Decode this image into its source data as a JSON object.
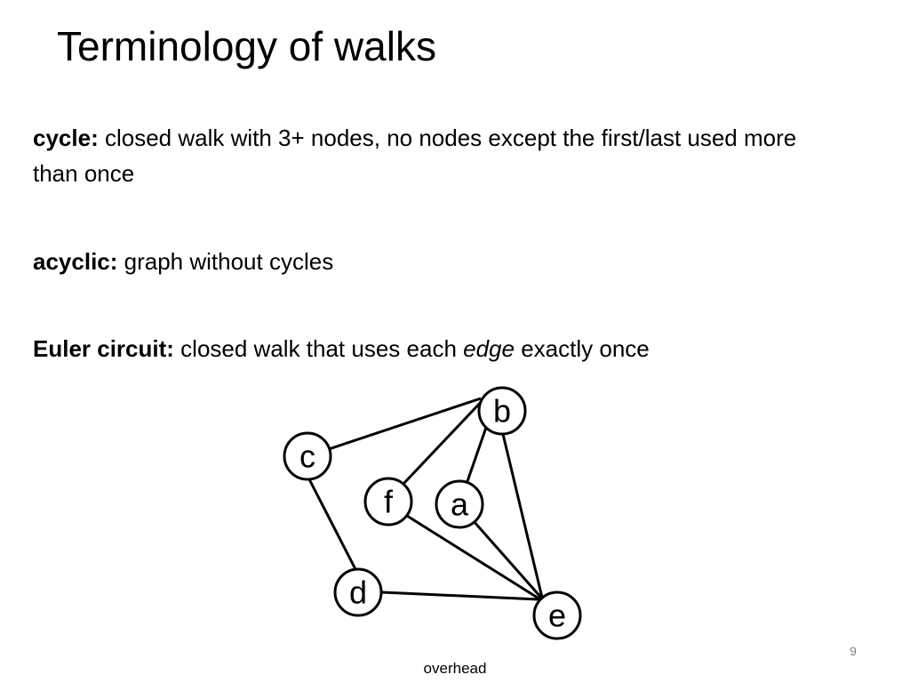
{
  "slide": {
    "title": "Terminology of walks",
    "definitions": [
      {
        "term": "cycle:",
        "parts": [
          "closed walk with 3+ nodes, no nodes except the first/last used more than once"
        ]
      },
      {
        "term": "acyclic:",
        "parts": [
          "graph without cycles"
        ]
      },
      {
        "term": "Euler circuit:",
        "parts": [
          "closed walk that uses each",
          "edge",
          "exactly once"
        ]
      }
    ],
    "page_number": "9",
    "footer": "overhead"
  },
  "graph": {
    "nodes": [
      {
        "id": "b",
        "label": "b"
      },
      {
        "id": "c",
        "label": "c"
      },
      {
        "id": "f",
        "label": "f"
      },
      {
        "id": "a",
        "label": "a"
      },
      {
        "id": "d",
        "label": "d"
      },
      {
        "id": "e",
        "label": "e"
      }
    ],
    "edges": [
      {
        "from": "c",
        "to": "b"
      },
      {
        "from": "c",
        "to": "d"
      },
      {
        "from": "f",
        "to": "b"
      },
      {
        "from": "a",
        "to": "b"
      },
      {
        "from": "b",
        "to": "e"
      },
      {
        "from": "f",
        "to": "e"
      },
      {
        "from": "a",
        "to": "e"
      },
      {
        "from": "d",
        "to": "e"
      }
    ]
  }
}
